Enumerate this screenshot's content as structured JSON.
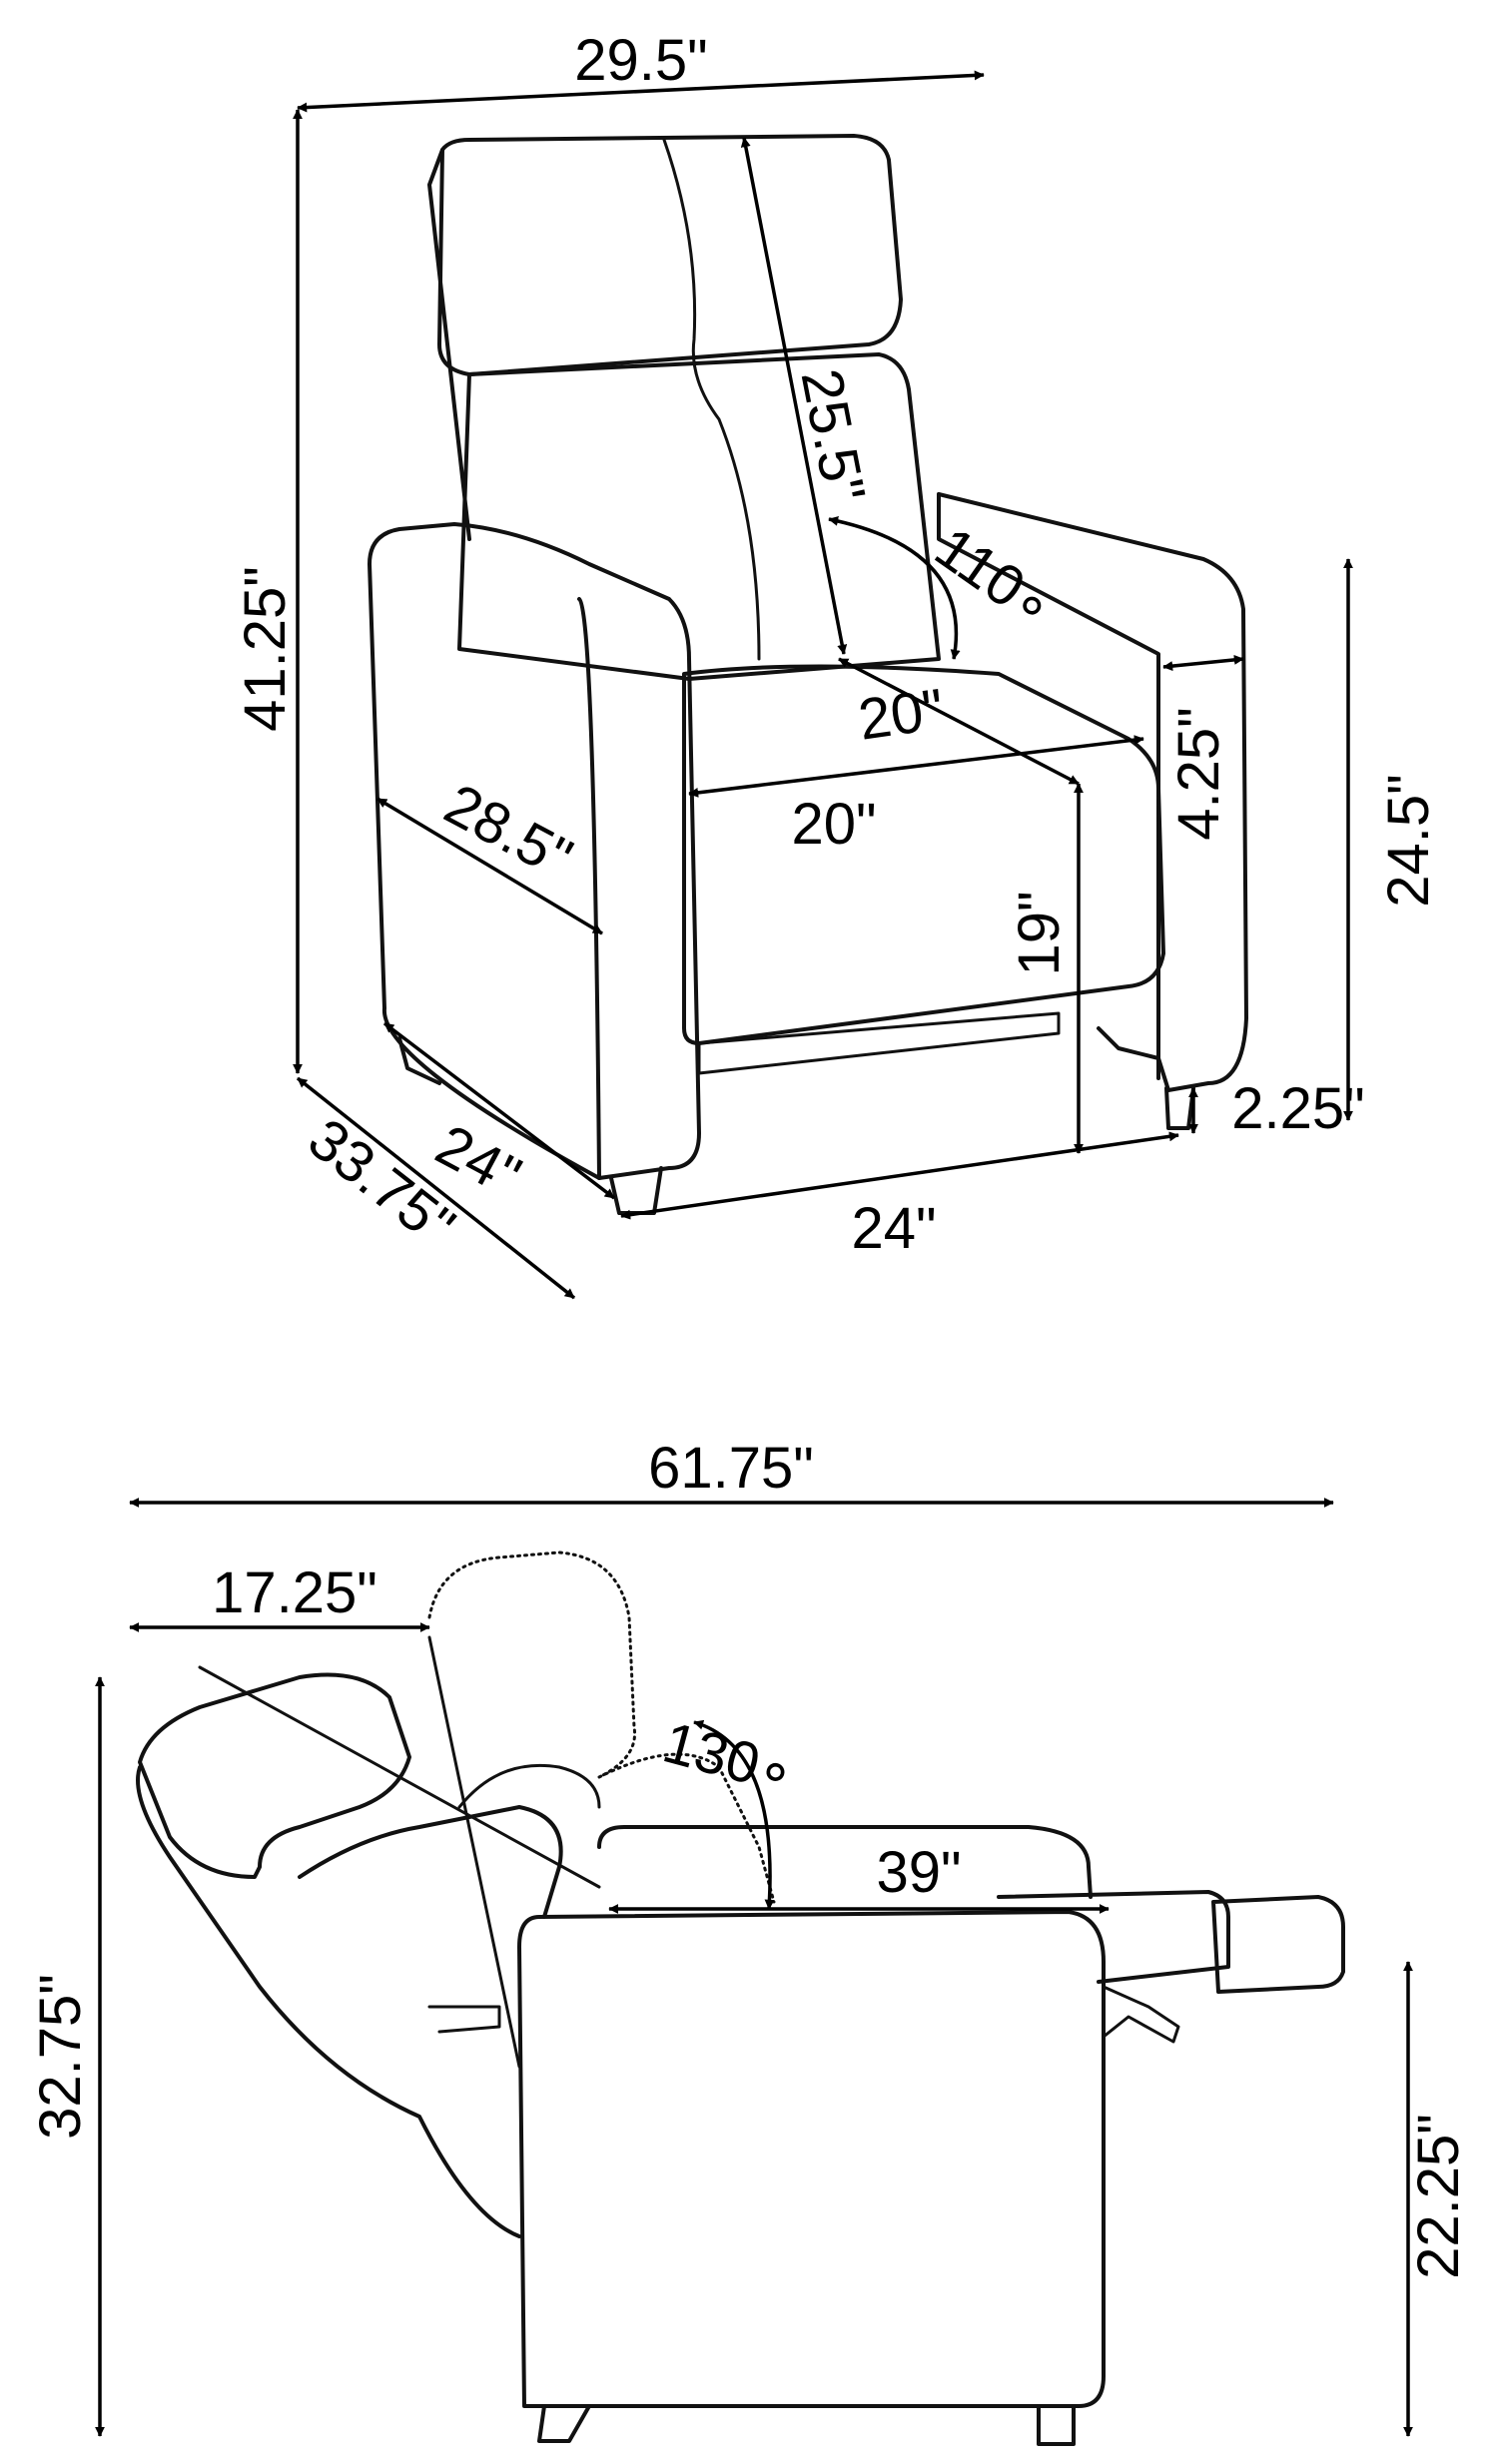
{
  "front_view": {
    "overall_width": "29.5\"",
    "overall_height": "41.25\"",
    "overall_depth": "33.75\"",
    "back_height": "25.5\"",
    "recline_angle": "110∘",
    "seat_depth": "20\"",
    "seat_width": "20\"",
    "arm_width": "4.25\"",
    "arm_height": "24.5\"",
    "arm_depth": "28.5\"",
    "seat_height": "19\"",
    "leg_height": "2.25\"",
    "inner_depth": "24\"",
    "inner_width": "24\""
  },
  "side_view": {
    "reclined_length": "61.75\"",
    "back_offset": "17.25\"",
    "reclined_angle": "130∘",
    "arm_length": "39\"",
    "reclined_height": "32.75\"",
    "arm_floor_height": "22.25\""
  }
}
